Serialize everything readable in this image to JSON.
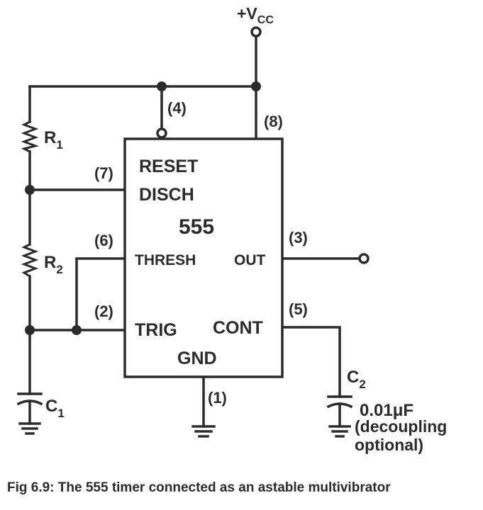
{
  "figure": {
    "caption": "Fig 6.9: The 555 timer connected as an astable multivibrator"
  },
  "supply": {
    "label_prefix": "+V",
    "label_sub": "CC"
  },
  "chip": {
    "name": "555",
    "pins": {
      "reset": "RESET",
      "disch": "DISCH",
      "thresh": "THRESH",
      "trig": "TRIG",
      "out": "OUT",
      "cont": "CONT",
      "gnd": "GND"
    },
    "pin_numbers": {
      "p4": "(4)",
      "p8": "(8)",
      "p7": "(7)",
      "p6": "(6)",
      "p2": "(2)",
      "p3": "(3)",
      "p5": "(5)",
      "p1": "(1)"
    }
  },
  "components": {
    "r1": {
      "letter": "R",
      "sub": "1"
    },
    "r2": {
      "letter": "R",
      "sub": "2"
    },
    "c1": {
      "letter": "C",
      "sub": "1"
    },
    "c2": {
      "letter": "C",
      "sub": "2"
    },
    "c2_value": "0.01μF",
    "c2_note_line1": "(decoupling",
    "c2_note_line2": "optional)"
  },
  "colors": {
    "ink": "#2b2b2b",
    "background": "#ffffff"
  }
}
